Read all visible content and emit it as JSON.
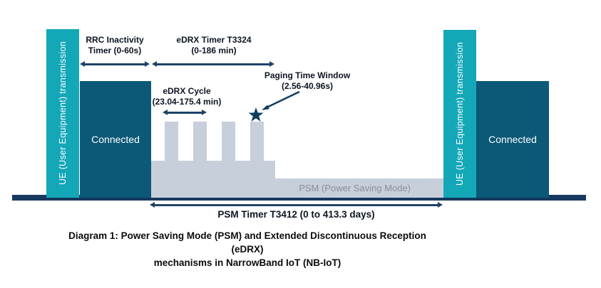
{
  "diagram": {
    "ue_bar_label": "UE (User Equipment) transmission",
    "connected_label": "Connected",
    "psm_region_label": "PSM (Power Saving Mode)",
    "annotations": {
      "rrc": {
        "line1": "RRC Inactivity",
        "line2": "Timer (0-60s)"
      },
      "edrx_timer": {
        "line1": "eDRX Timer T3324",
        "line2": "(0-186 min)"
      },
      "edrx_cycle": {
        "line1": "eDRX Cycle",
        "line2": "(23.04-175.4 min)"
      },
      "paging": {
        "line1": "Paging Time Window",
        "line2": "(2.56-40.96s)"
      },
      "psm_timer": "PSM Timer T3412 (0 to 413.3 days)"
    },
    "caption": {
      "line1": "Diagram 1: Power Saving Mode (PSM) and Extended Discontinuous Reception (eDRX)",
      "line2": "mechanisms in NarrowBand IoT (NB-IoT)"
    }
  },
  "colors": {
    "teal": "#14a7b8",
    "connected_blue": "#0b5877",
    "sleep_gray": "#c7cfdb",
    "timeline_navy": "#16395e",
    "arrow_navy": "#1e4366",
    "star_navy": "#0f3d5f",
    "psm_label_gray": "#8a9099",
    "text_dark": "#0d1522"
  }
}
